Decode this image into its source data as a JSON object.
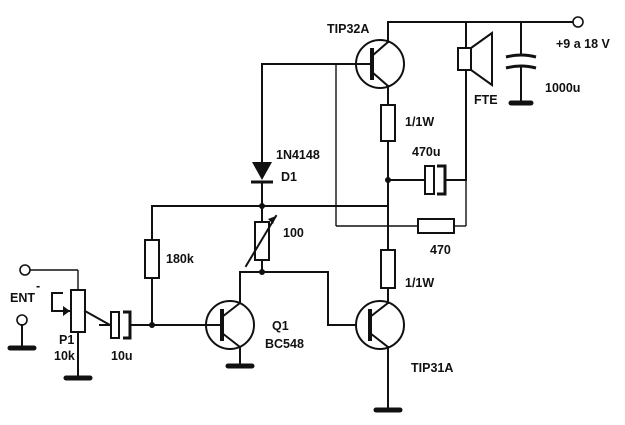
{
  "schematic": {
    "supply_label": "+9 a 18 V",
    "capacitors": {
      "bulk": "1000u",
      "feedback": "470u",
      "input": "10u"
    },
    "transistors": {
      "upper": "TIP32A",
      "lower": "TIP31A",
      "driver_ref": "Q1",
      "driver_part": "BC548"
    },
    "resistors": {
      "upper_emitter": "1/1W",
      "lower_emitter": "1/1W",
      "feedback": "470",
      "bias": "180k",
      "trimmer": "100"
    },
    "diode": {
      "part": "1N4148",
      "ref": "D1"
    },
    "speaker": "FTE",
    "input": {
      "label": "ENT",
      "pot_ref": "P1",
      "pot_value": "10k"
    }
  }
}
